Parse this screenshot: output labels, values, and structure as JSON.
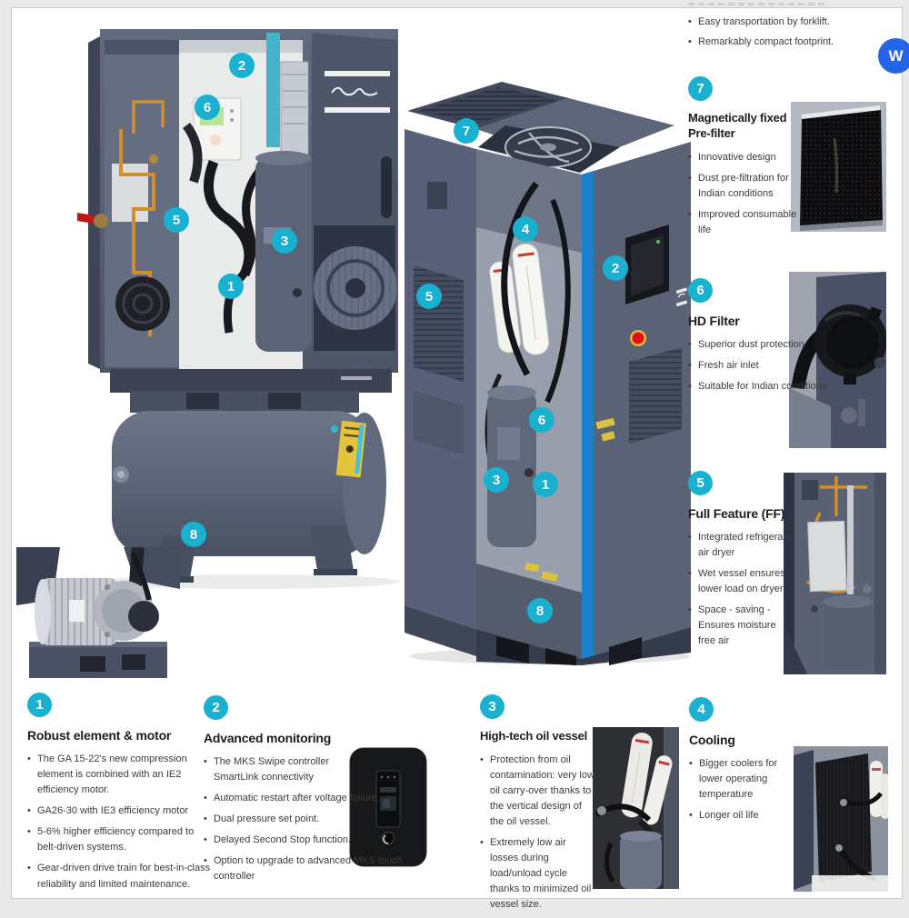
{
  "chat_widget": {
    "label": "W",
    "color": "#2563e8"
  },
  "accent_color": "#1ab1d0",
  "top_right_notes": {
    "bullets": [
      "Easy transportation by forklift.",
      "Remarkably compact footprint."
    ]
  },
  "side_sections": [
    {
      "number": "7",
      "title": "Magnetically fixed Pre-filter",
      "bullets": [
        "Innovative design",
        "Dust pre-filtration for Indian conditions",
        "Improved consumable life"
      ]
    },
    {
      "number": "6",
      "title": "HD Filter",
      "bullets": [
        "Superior dust protection",
        "Fresh air inlet",
        "Suitable for Indian conditions"
      ]
    },
    {
      "number": "5",
      "title": "Full Feature (FF)",
      "bullets": [
        "Integrated refrigerant air dryer",
        "Wet vessel ensures lower load on dryer",
        "Space - saving -  Ensures moisture free air"
      ]
    }
  ],
  "bottom_sections": [
    {
      "number": "1",
      "title": "Robust element & motor",
      "bullets": [
        "The GA 15-22's new compression element is combined with an IE2 efficiency motor.",
        "GA26-30 with IE3 efficiency motor",
        "5-6% higher efficiency compared to belt-driven systems.",
        "Gear-driven drive train for best-in-class reliability and limited maintenance."
      ]
    },
    {
      "number": "2",
      "title": "Advanced monitoring",
      "bullets": [
        "The MKS Swipe controller SmartLink connectivity",
        "Automatic restart after voltage failure.",
        "Dual pressure set point.",
        "Delayed Second Stop function.",
        "Option to upgrade to advanced MKS touch controller"
      ]
    },
    {
      "number": "3",
      "title": "High-tech oil vessel",
      "bullets": [
        "Protection from oil contamination: very low oil carry-over thanks to the vertical design of the oil vessel.",
        "Extremely low air losses during load/unload cycle thanks to minimized oil vessel size."
      ]
    },
    {
      "number": "4",
      "title": "Cooling",
      "bullets": [
        "Bigger coolers for lower operating temperature",
        "Longer oil life"
      ]
    }
  ],
  "diagram_callouts": {
    "left_machine": [
      "2",
      "6",
      "5",
      "3",
      "1",
      "8"
    ],
    "right_machine": [
      "7",
      "4",
      "5",
      "2",
      "6",
      "3",
      "1",
      "8"
    ]
  }
}
